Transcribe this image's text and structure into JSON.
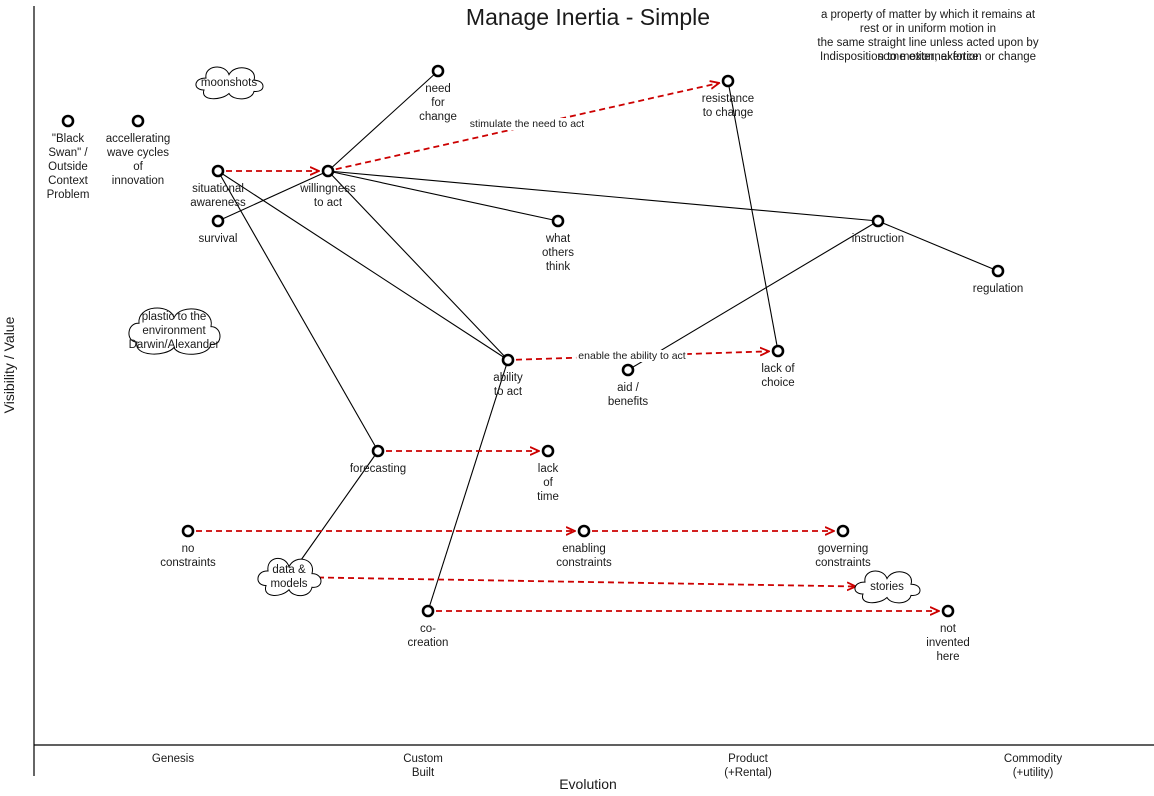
{
  "title": "Manage Inertia - Simple",
  "definition_1": "a property of matter by which it remains at rest or in uniform motion in\nthe same straight line unless acted upon by some external force",
  "definition_2": "Indisposition to motion, exertion or change",
  "axes": {
    "y_label": "Visibility / Value",
    "x_label": "Evolution",
    "stages": [
      "Genesis",
      "Custom\nBuilt",
      "Product\n(+Rental)",
      "Commodity\n(+utility)"
    ]
  },
  "components": [
    {
      "id": "black_swan",
      "label": "\"Black\nSwan\" /\nOutside\nContext\nProblem"
    },
    {
      "id": "accel_cycles",
      "label": "accellerating\nwave cycles\nof\ninnovation"
    },
    {
      "id": "situational",
      "label": "situational\nawareness"
    },
    {
      "id": "survival",
      "label": "survival"
    },
    {
      "id": "need_change",
      "label": "need\nfor\nchange"
    },
    {
      "id": "willingness",
      "label": "willingness\nto act"
    },
    {
      "id": "resistance",
      "label": "resistance\nto change"
    },
    {
      "id": "what_others",
      "label": "what\nothers\nthink"
    },
    {
      "id": "instruction",
      "label": "instruction"
    },
    {
      "id": "regulation",
      "label": "regulation"
    },
    {
      "id": "ability",
      "label": "ability\nto act"
    },
    {
      "id": "aid",
      "label": "aid /\nbenefits"
    },
    {
      "id": "lack_choice",
      "label": "lack of\nchoice"
    },
    {
      "id": "forecasting",
      "label": "forecasting"
    },
    {
      "id": "lack_time",
      "label": "lack\nof\ntime"
    },
    {
      "id": "no_constraints",
      "label": "no\nconstraints"
    },
    {
      "id": "enabling",
      "label": "enabling\nconstraints"
    },
    {
      "id": "governing",
      "label": "governing\nconstraints"
    },
    {
      "id": "cocreation",
      "label": "co-\ncreation"
    },
    {
      "id": "not_invented",
      "label": "not\ninvented\nhere"
    }
  ],
  "annotations": [
    {
      "id": "moonshots",
      "label": "moonshots"
    },
    {
      "id": "plastic",
      "label": "plastic to the\nenvironment\nDarwin/Alexander"
    },
    {
      "id": "data_models",
      "label": "data &\nmodels"
    },
    {
      "id": "stories",
      "label": "stories"
    }
  ],
  "edge_labels": {
    "stimulate": "stimulate the need to act",
    "enable": "enable the ability to act"
  },
  "colors": {
    "line": "#000000",
    "movement": "#cc0000",
    "node_fill": "#ffffff"
  }
}
